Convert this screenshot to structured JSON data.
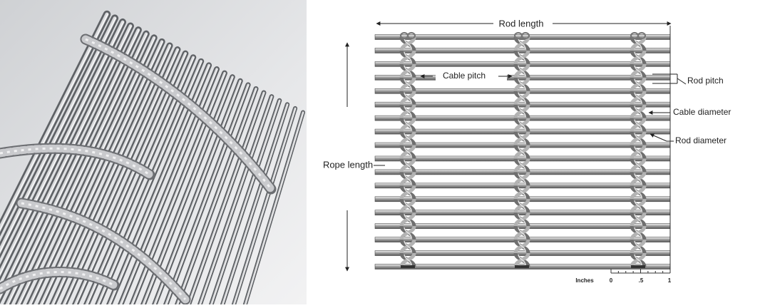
{
  "photo": {
    "subject": "cylindrical stainless steel cable-rod mesh sample"
  },
  "diagram": {
    "labels": {
      "rod_length": "Rod length",
      "rope_length": "Rope length",
      "cable_pitch": "Cable pitch",
      "rod_pitch": "Rod pitch",
      "cable_diameter": "Cable diameter",
      "rod_diameter": "Rod diameter"
    },
    "scale": {
      "unit": "Inches",
      "ticks": [
        "0",
        ".5",
        "1"
      ]
    },
    "mesh": {
      "rod_count": 18,
      "cable_count": 3,
      "rod_color": "#8e8e8e",
      "cable_color": "#9a9a9a"
    }
  }
}
